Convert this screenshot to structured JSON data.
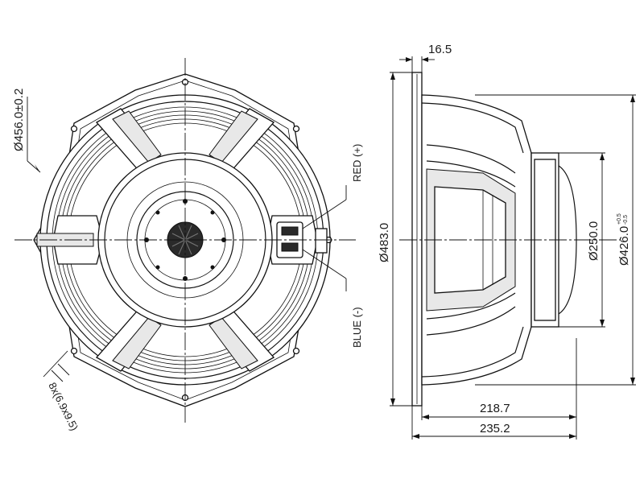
{
  "front_view": {
    "outer_diameter_label": "Ø456.0±0.2",
    "mounting_holes_label": "8x(6.9x9.5)",
    "terminal_positive_label": "RED (+)",
    "terminal_negative_label": "BLUE (-)"
  },
  "side_view": {
    "flange_thickness_label": "16.5",
    "overall_diameter_label": "Ø483.0",
    "magnet_diameter_label": "Ø250.0",
    "basket_diameter_label": "Ø426.0",
    "basket_diameter_tolerance_upper": "+0.5",
    "basket_diameter_tolerance_lower": "-0.5",
    "depth_inner_label": "218.7",
    "depth_overall_label": "235.2"
  }
}
